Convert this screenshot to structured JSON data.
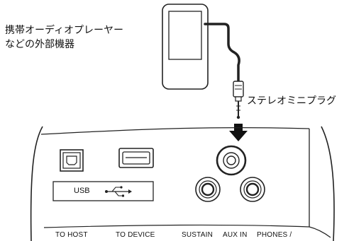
{
  "labels": {
    "device_line1": "携帯オーディオプレーヤー",
    "device_line2": "などの外部機器",
    "plug": "ステレオミニプラグ",
    "usb": "USB"
  },
  "ports": {
    "to_host": "TO HOST",
    "to_device": "TO DEVICE",
    "sustain": "SUSTAIN",
    "aux_in": "AUX IN",
    "phones": "PHONES /"
  },
  "icons": {
    "usb_symbol": "usb-trident-icon",
    "direction": "arrow-down-icon"
  }
}
